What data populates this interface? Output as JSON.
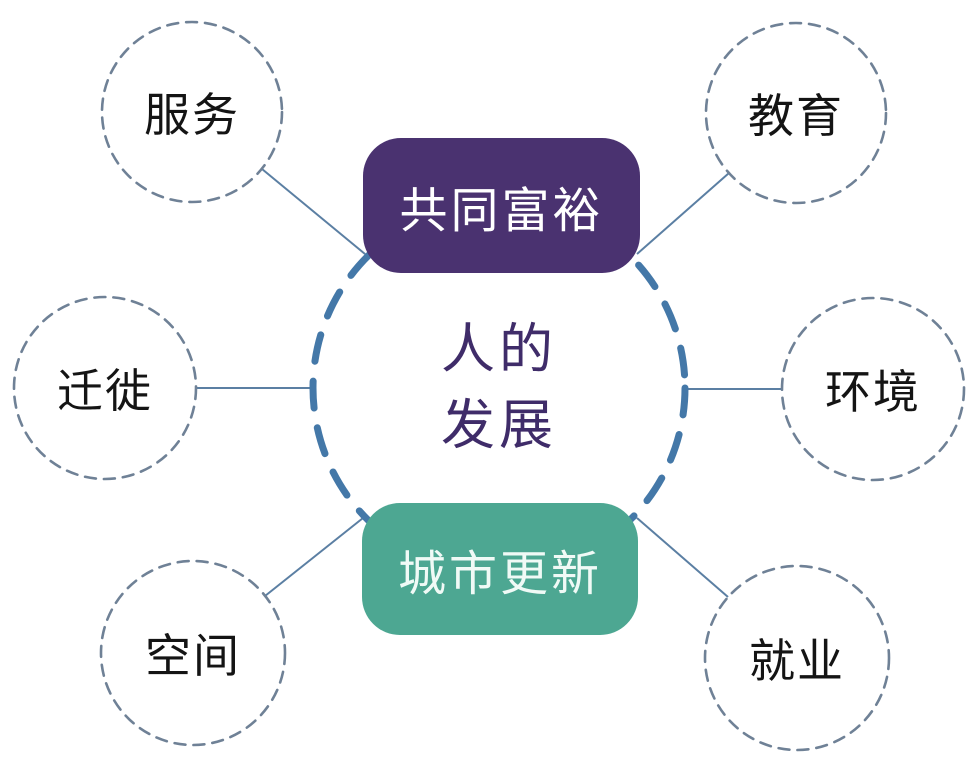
{
  "diagram": {
    "center": {
      "line1": "人的",
      "line2": "发展"
    },
    "top_box": {
      "label": "共同富裕",
      "fill": "#4A3270",
      "text_color": "#FFFFFF"
    },
    "bottom_box": {
      "label": "城市更新",
      "fill": "#4DA792",
      "text_color": "#F0FAF6"
    },
    "satellites": [
      {
        "label": "服务",
        "position": "top-left"
      },
      {
        "label": "教育",
        "position": "top-right"
      },
      {
        "label": "迁徙",
        "position": "left"
      },
      {
        "label": "环境",
        "position": "right"
      },
      {
        "label": "空间",
        "position": "bottom-left"
      },
      {
        "label": "就业",
        "position": "bottom-right"
      }
    ],
    "colors": {
      "center_ring": "#4478A8",
      "satellite_ring": "#6F8196",
      "connector": "#5B7FA3",
      "center_text": "#3F2C69",
      "satellite_text": "#141414",
      "background": "#FFFFFF"
    }
  }
}
